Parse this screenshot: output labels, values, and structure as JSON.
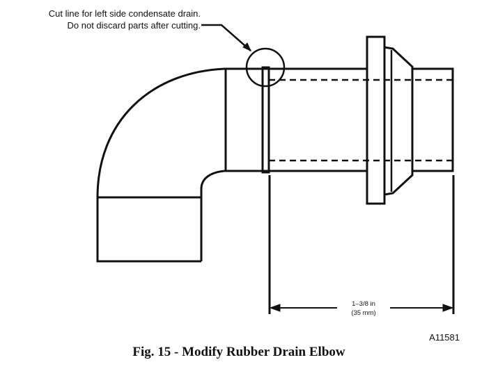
{
  "annotation": {
    "line1": "Cut line for left side condensate drain.",
    "line2": "Do not discard parts after cutting."
  },
  "dimension": {
    "value": "1–3/8 in",
    "metric": "(35 mm)"
  },
  "figure_id": "A11581",
  "caption": "Fig. 15 - Modify Rubber Drain Elbow",
  "colors": {
    "ink": "#111111",
    "background": "#ffffff"
  }
}
